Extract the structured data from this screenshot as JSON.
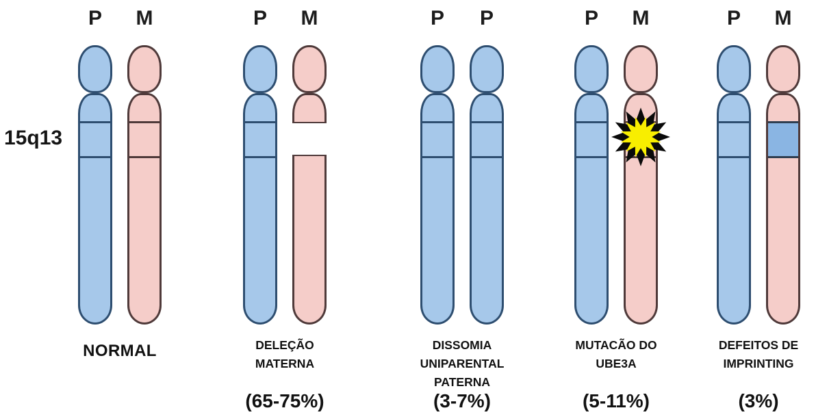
{
  "region_label": "15q13",
  "colors": {
    "paternal_fill": "#a6c8ea",
    "paternal_stroke": "#2e4e70",
    "maternal_fill": "#f5cdc9",
    "maternal_stroke": "#4f3a3a",
    "imprint_band_fill": "#8ab5e3",
    "imprint_band_line": "#2f3e50",
    "star_fill": "#f8ee00",
    "star_stroke": "#0a0a0a"
  },
  "groups": [
    {
      "id": "normal",
      "alleles": [
        "P",
        "M"
      ],
      "name": "NORMAL",
      "percent": ""
    },
    {
      "id": "delecao-materna",
      "alleles": [
        "P",
        "M"
      ],
      "name": "DELEÇÃO\nMATERNA",
      "percent": "(65-75%)"
    },
    {
      "id": "dissomia-uniparental-paterna",
      "alleles": [
        "P",
        "P"
      ],
      "name": "DISSOMIA\nUNIPARENTAL\nPATERNA",
      "percent": "(3-7%)"
    },
    {
      "id": "mutacao-ube3a",
      "alleles": [
        "P",
        "M"
      ],
      "name": "MUTACÃO DO\nUBE3A",
      "percent": "(5-11%)"
    },
    {
      "id": "defeitos-imprinting",
      "alleles": [
        "P",
        "M"
      ],
      "name": "DEFEITOS DE\nIMPRINTING",
      "percent": "(3%)"
    }
  ],
  "icons": {
    "mutation": "mutation-starburst-icon"
  }
}
